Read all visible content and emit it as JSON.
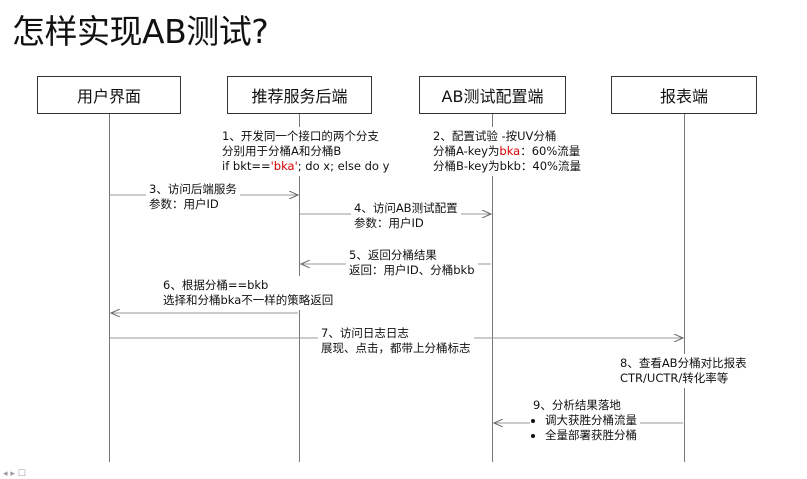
{
  "title": "怎样实现AB测试?",
  "actors": {
    "user": "用户界面",
    "backend": "推荐服务后端",
    "config": "AB测试配置端",
    "report": "报表端"
  },
  "notes": {
    "n1": [
      "1、开发同一个接口的两个分支",
      "分别用于分桶A和分桶B",
      "if bkt==",
      "'bka'",
      "; do x; else do y"
    ],
    "n2": [
      "2、配置试验 -按UV分桶",
      "分桶A-key为",
      "bka",
      "：60%流量",
      "分桶B-key为bkb：40%流量"
    ],
    "n3": [
      "3、访问后端服务",
      "参数：用户ID"
    ],
    "n4": [
      "4、访问AB测试配置",
      "参数：用户ID"
    ],
    "n5": [
      "5、返回分桶结果",
      "返回：用户ID、分桶bkb"
    ],
    "n6": [
      "6、根据分桶==bkb",
      "选择和分桶bka不一样的策略返回"
    ],
    "n7": [
      "7、访问日志日志",
      "展现、点击，都带上分桶标志"
    ],
    "n8": [
      "8、查看AB分桶对比报表",
      "CTR/UCTR/转化率等"
    ],
    "n9": [
      "9、分析结果落地",
      "调大获胜分桶流量",
      "全量部署获胜分桶"
    ]
  }
}
